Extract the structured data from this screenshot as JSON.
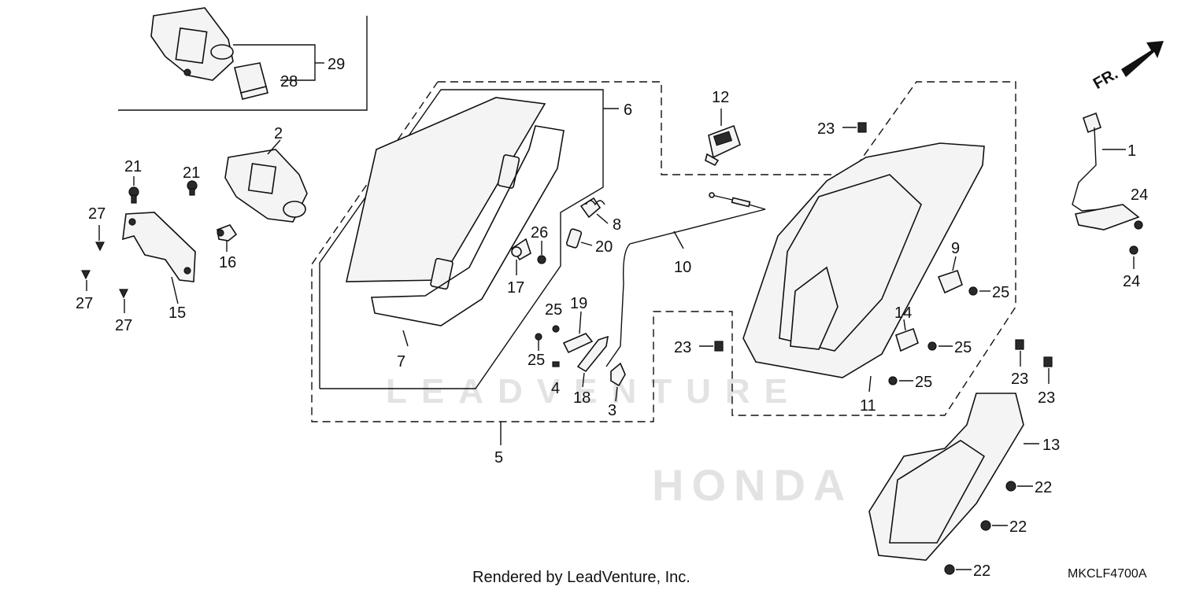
{
  "watermark": {
    "brand_text": "LEADVENTURE",
    "maker_text": "HONDA"
  },
  "footer": {
    "rendered_by": "Rendered by LeadVenture, Inc.",
    "diagram_code": "MKCLF4700A"
  },
  "direction_arrow": {
    "label": "FR.",
    "icon": "front-direction-arrow-icon"
  },
  "callouts": {
    "c1": "1",
    "c2": "2",
    "c3": "3",
    "c4": "4",
    "c5": "5",
    "c6": "6",
    "c7": "7",
    "c8": "8",
    "c9": "9",
    "c10": "10",
    "c11": "11",
    "c12": "12",
    "c13": "13",
    "c14": "14",
    "c15": "15",
    "c16": "16",
    "c17": "17",
    "c18": "18",
    "c19": "19",
    "c20": "20",
    "c21": "21",
    "c22": "22",
    "c23": "23",
    "c24": "24",
    "c25": "25",
    "c26": "26",
    "c27": "27",
    "c28": "28",
    "c29": "29"
  }
}
